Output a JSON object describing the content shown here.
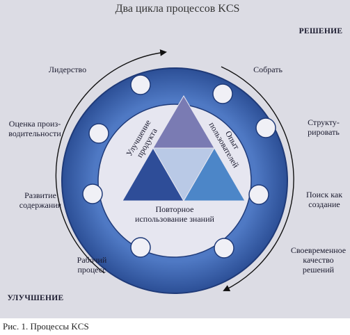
{
  "title": "Два цикла процессов KCS",
  "caption": "Рис. 1. Процессы KCS",
  "corner_labels": {
    "solve": "РЕШЕНИЕ",
    "evolve": "УЛУЧШЕНИЕ"
  },
  "outer_labels": {
    "leadership": "Лидерство",
    "performance": "Оценка произ-\nводительности",
    "content_dev": "Развитие\nсодержания",
    "workflow": "Рабочий\nпроцесс",
    "capture": "Собрать",
    "structure": "Структу-\nрировать",
    "search": "Поиск как\nсоздание",
    "reuse_quality": "Своевременное\nкачество\nрешений"
  },
  "inner_labels": {
    "product": "Улучшение\nпродукта",
    "user_experience": "Опыт\nпользователей",
    "knowledge_reuse": "Повторное\nиспользование знаний"
  },
  "colors": {
    "background": "#dcdce4",
    "ring_dark": "#2c4f96",
    "ring_light": "#4f79c4",
    "inner_disk": "#e6e6f0",
    "tri_top": "#7a7bb3",
    "tri_left": "#2e4d98",
    "tri_center": "#b9c9e6",
    "tri_right": "#4c86c8"
  }
}
